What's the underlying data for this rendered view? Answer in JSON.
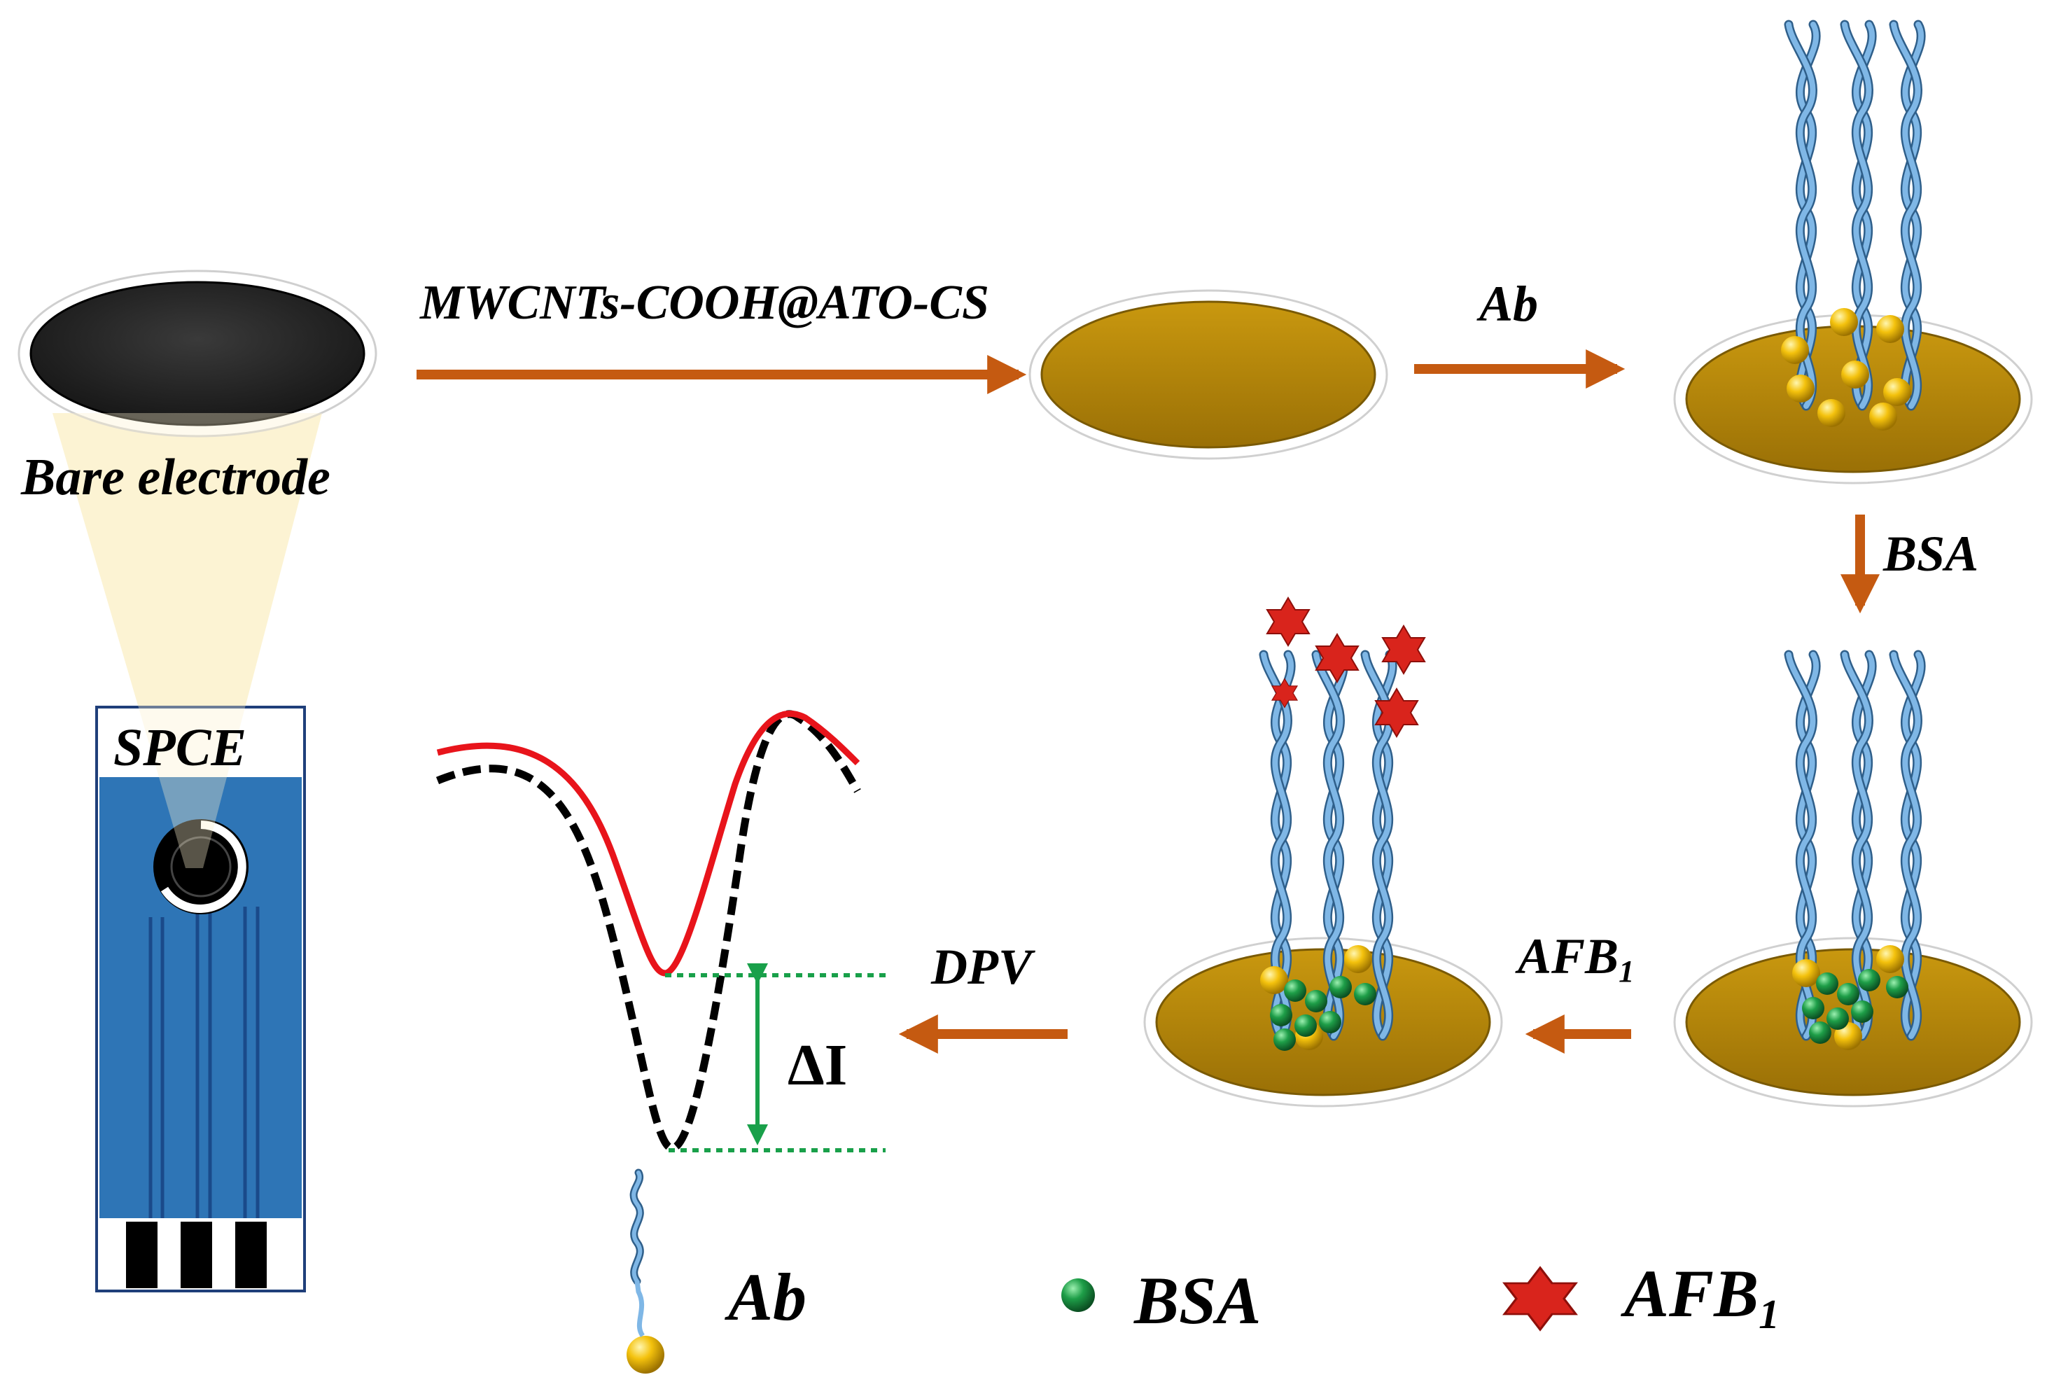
{
  "title": "",
  "colors": {
    "arrow": "#C55A11",
    "gold": "#B8860B",
    "electrode_dark": "#2B2B2B",
    "antibody": "#6FA8DC",
    "bsa": "#1E9E48",
    "afb1": "#D9241C",
    "strip": "#2E75B6",
    "signal_after": "#E8141B",
    "signal_before": "#000000",
    "delta_marker": "#19A04A"
  },
  "steps": {
    "bare_electrode": "Bare electrode",
    "modification": "MWCNTs-COOH@ATO-CS",
    "antibody": "Ab",
    "blocking": "BSA",
    "target_base": "AFB",
    "target_sub": "1",
    "detection": "DPV"
  },
  "device": {
    "label": "SPCE"
  },
  "signal": {
    "delta_label": "ΔI"
  },
  "legend": [
    {
      "icon": "antibody-icon",
      "label": "Ab",
      "sub": ""
    },
    {
      "icon": "bsa-sphere-icon",
      "label": "BSA",
      "sub": ""
    },
    {
      "icon": "afb1-star-icon",
      "label": "AFB",
      "sub": "1"
    }
  ]
}
